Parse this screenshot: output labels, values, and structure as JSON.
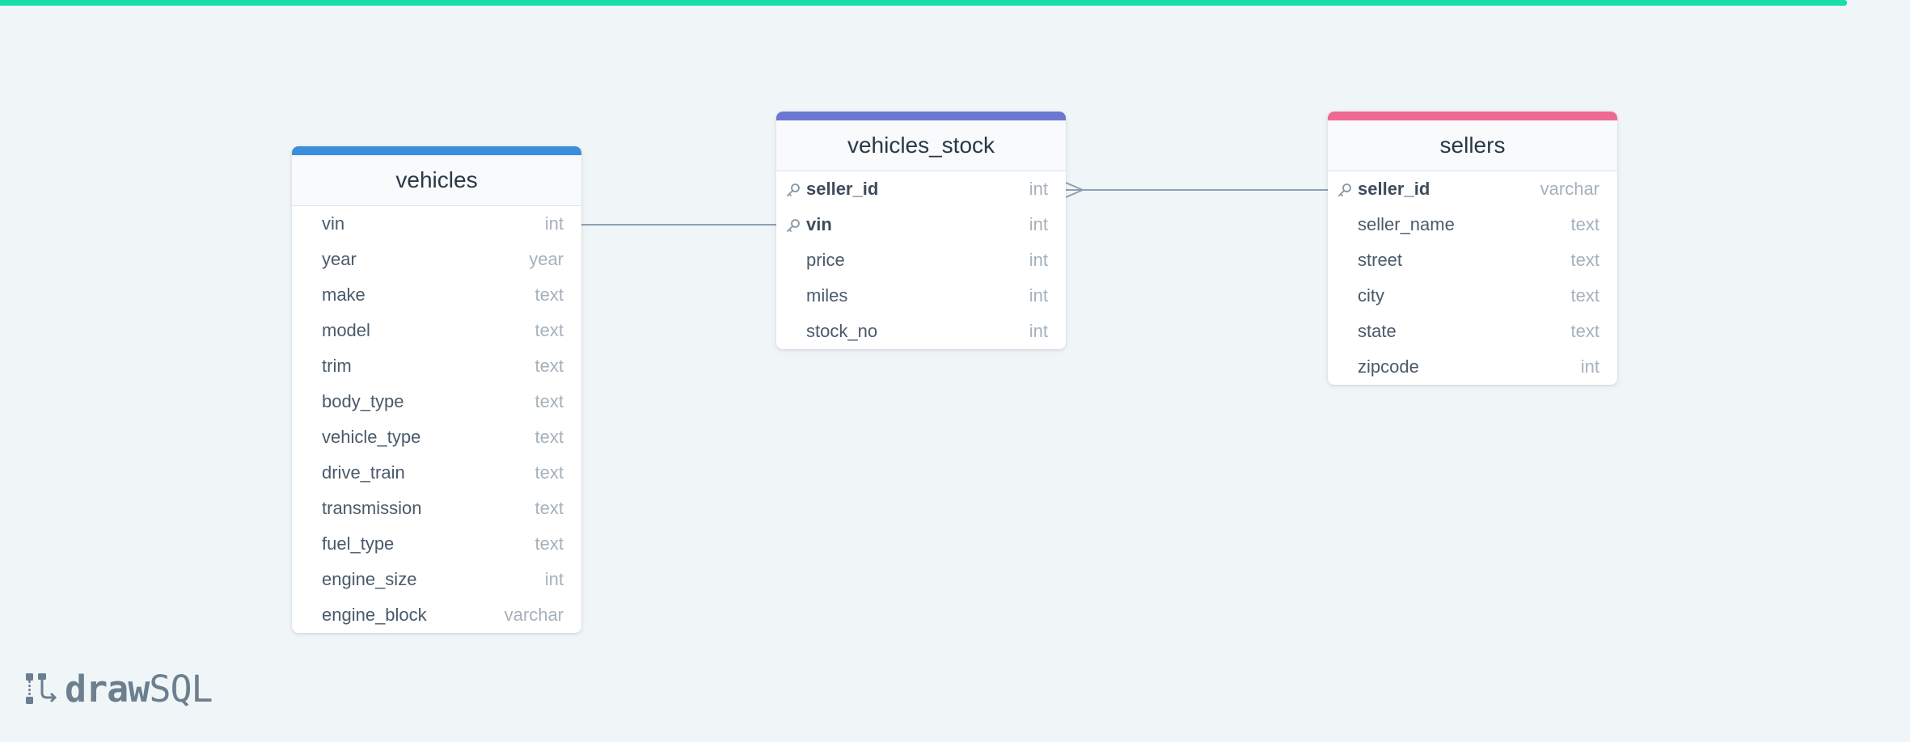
{
  "brand": {
    "wordmark_bold": "draw",
    "wordmark_light": "SQL",
    "accent_color": "#14dfa8"
  },
  "tables": [
    {
      "name": "vehicles",
      "color": "#3a8edb",
      "columns": [
        {
          "name": "vin",
          "type": "int",
          "primary_key": false
        },
        {
          "name": "year",
          "type": "year",
          "primary_key": false
        },
        {
          "name": "make",
          "type": "text",
          "primary_key": false
        },
        {
          "name": "model",
          "type": "text",
          "primary_key": false
        },
        {
          "name": "trim",
          "type": "text",
          "primary_key": false
        },
        {
          "name": "body_type",
          "type": "text",
          "primary_key": false
        },
        {
          "name": "vehicle_type",
          "type": "text",
          "primary_key": false
        },
        {
          "name": "drive_train",
          "type": "text",
          "primary_key": false
        },
        {
          "name": "transmission",
          "type": "text",
          "primary_key": false
        },
        {
          "name": "fuel_type",
          "type": "text",
          "primary_key": false
        },
        {
          "name": "engine_size",
          "type": "int",
          "primary_key": false
        },
        {
          "name": "engine_block",
          "type": "varchar",
          "primary_key": false
        }
      ]
    },
    {
      "name": "vehicles_stock",
      "color": "#6a78d1",
      "columns": [
        {
          "name": "seller_id",
          "type": "int",
          "primary_key": true
        },
        {
          "name": "vin",
          "type": "int",
          "primary_key": true
        },
        {
          "name": "price",
          "type": "int",
          "primary_key": false
        },
        {
          "name": "miles",
          "type": "int",
          "primary_key": false
        },
        {
          "name": "stock_no",
          "type": "int",
          "primary_key": false
        }
      ]
    },
    {
      "name": "sellers",
      "color": "#ef6a92",
      "columns": [
        {
          "name": "seller_id",
          "type": "varchar",
          "primary_key": true
        },
        {
          "name": "seller_name",
          "type": "text",
          "primary_key": false
        },
        {
          "name": "street",
          "type": "text",
          "primary_key": false
        },
        {
          "name": "city",
          "type": "text",
          "primary_key": false
        },
        {
          "name": "state",
          "type": "text",
          "primary_key": false
        },
        {
          "name": "zipcode",
          "type": "int",
          "primary_key": false
        }
      ]
    }
  ],
  "relationships": [
    {
      "from": "vehicles.vin",
      "to": "vehicles_stock.vin"
    },
    {
      "from": "vehicles_stock.seller_id",
      "to": "sellers.seller_id",
      "many_end": "vehicles_stock"
    }
  ]
}
